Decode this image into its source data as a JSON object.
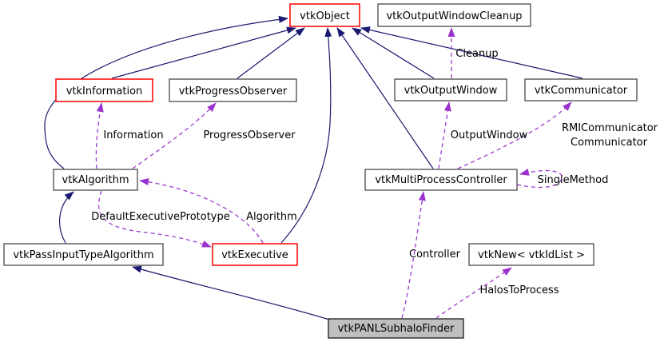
{
  "diagram": {
    "type": "class-collaboration-graph",
    "nodes": {
      "vtk_object": {
        "label": "vtkObject",
        "style": "highlighted"
      },
      "vtk_output_window_cleanup": {
        "label": "vtkOutputWindowCleanup",
        "style": "normal"
      },
      "vtk_information": {
        "label": "vtkInformation",
        "style": "highlighted"
      },
      "vtk_progress_observer": {
        "label": "vtkProgressObserver",
        "style": "normal"
      },
      "vtk_output_window": {
        "label": "vtkOutputWindow",
        "style": "normal"
      },
      "vtk_communicator": {
        "label": "vtkCommunicator",
        "style": "normal"
      },
      "vtk_algorithm": {
        "label": "vtkAlgorithm",
        "style": "normal"
      },
      "vtk_multi_process_controller": {
        "label": "vtkMultiProcessController",
        "style": "normal"
      },
      "vtk_pass_input_type_algorithm": {
        "label": "vtkPassInputTypeAlgorithm",
        "style": "normal"
      },
      "vtk_executive": {
        "label": "vtkExecutive",
        "style": "highlighted"
      },
      "vtk_new_id_list": {
        "label": "vtkNew< vtkIdList >",
        "style": "normal"
      },
      "vtk_panl_subhalo_finder": {
        "label": "vtkPANLSubhaloFinder",
        "style": "current"
      }
    },
    "edge_labels": {
      "cleanup": "Cleanup",
      "information": "Information",
      "progress_observer": "ProgressObserver",
      "output_window": "OutputWindow",
      "rmi_communicator": "RMICommunicator",
      "communicator": "Communicator",
      "single_method": "SingleMethod",
      "default_executive_prototype": "DefaultExecutivePrototype",
      "algorithm": "Algorithm",
      "controller": "Controller",
      "halos_to_process": "HalosToProcess"
    },
    "colors": {
      "inheritance_edge": "#191970",
      "member_edge": "#9a32cd",
      "highlight_border": "#ff0000",
      "node_border": "#3a3a3a",
      "node_fill": "#ffffff",
      "current_node_fill": "#bfbfbf",
      "background": "#ffffff",
      "text": "#000000"
    }
  }
}
